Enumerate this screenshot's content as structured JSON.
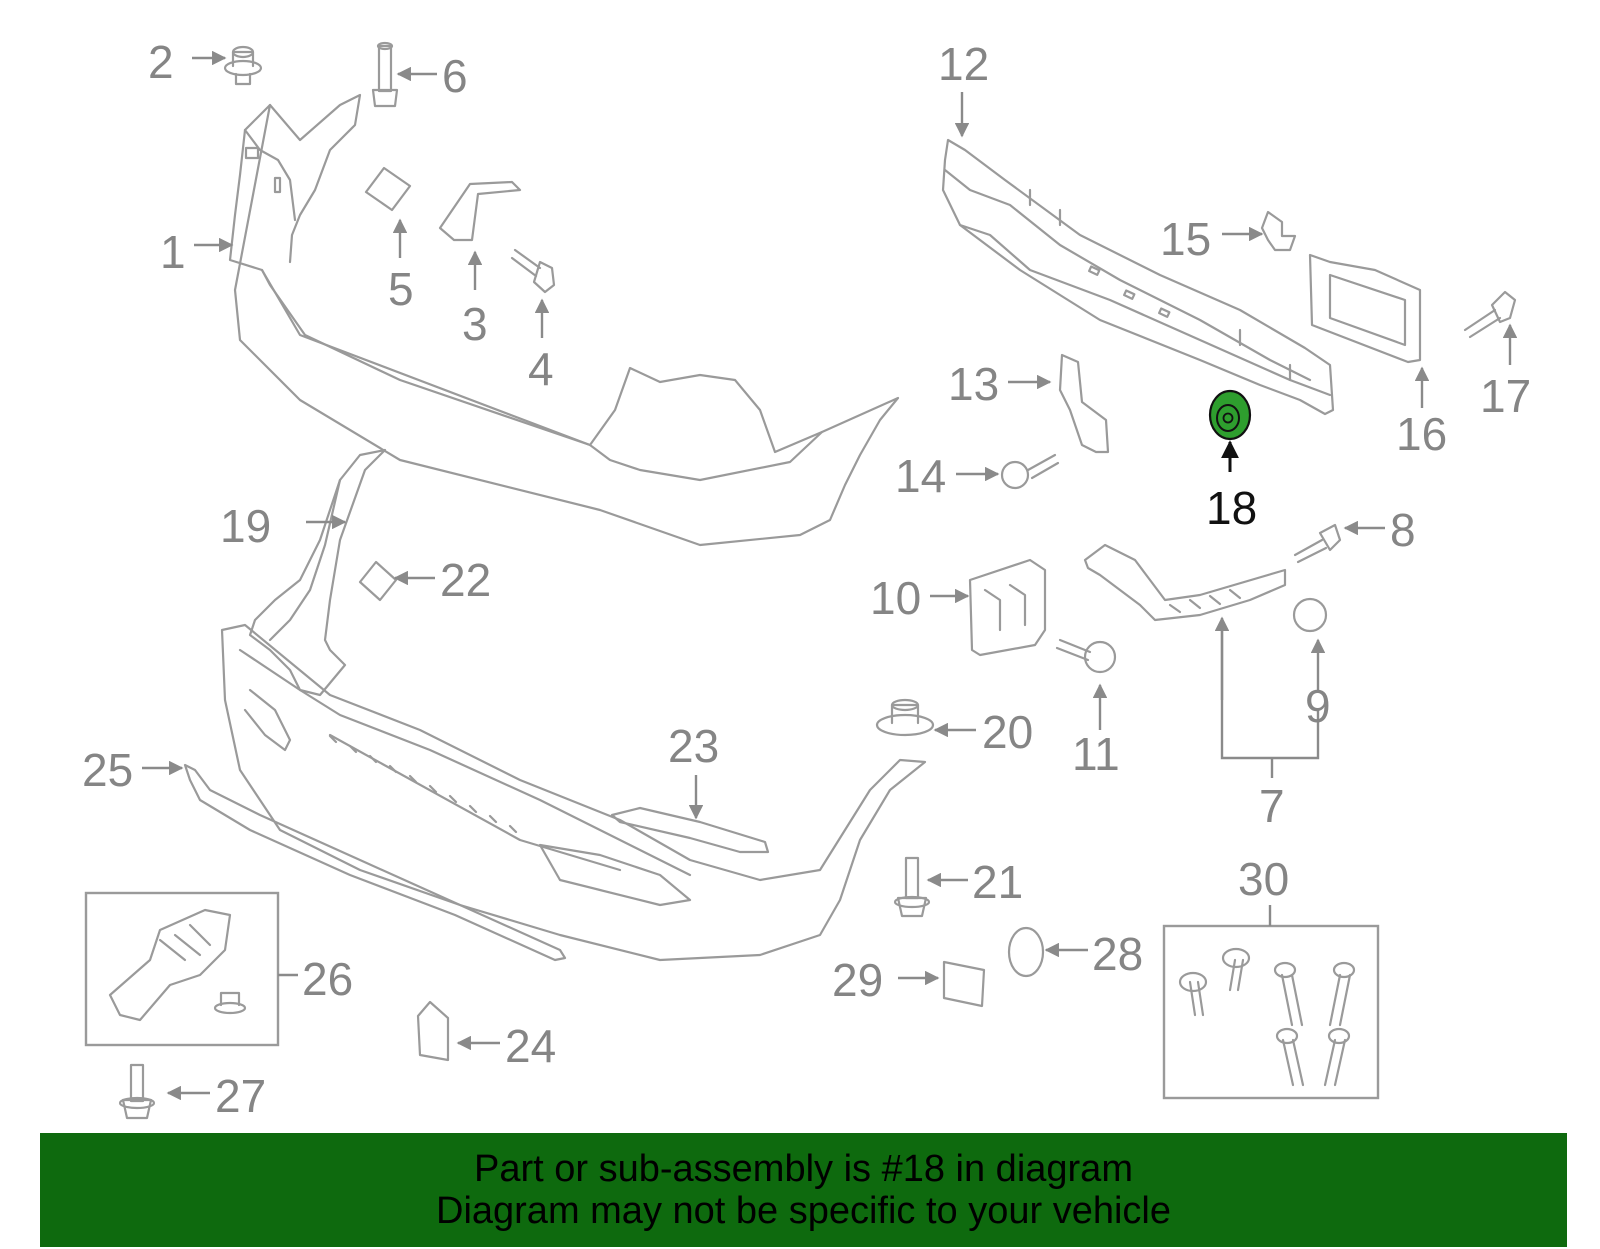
{
  "callouts": {
    "n1": "1",
    "n2": "2",
    "n3": "3",
    "n4": "4",
    "n5": "5",
    "n6": "6",
    "n7": "7",
    "n8": "8",
    "n9": "9",
    "n10": "10",
    "n11": "11",
    "n12": "12",
    "n13": "13",
    "n14": "14",
    "n15": "15",
    "n16": "16",
    "n17": "17",
    "n18": "18",
    "n19": "19",
    "n20": "20",
    "n21": "21",
    "n22": "22",
    "n23": "23",
    "n24": "24",
    "n25": "25",
    "n26": "26",
    "n27": "27",
    "n28": "28",
    "n29": "29",
    "n30": "30"
  },
  "highlight": {
    "part": "18",
    "color": "#2e9e2e"
  },
  "banner": {
    "line1": "Part or sub-assembly is #18 in diagram",
    "line2": "Diagram may not be specific to your vehicle",
    "background": "#0e6a0e"
  }
}
